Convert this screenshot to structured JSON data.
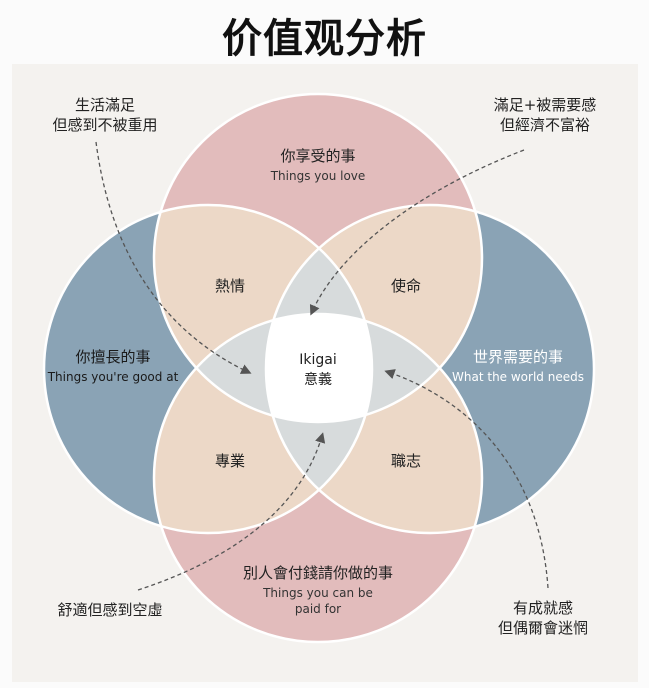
{
  "title": "价值观分析",
  "colors": {
    "love": "#e2bcbc",
    "good_at": "#8aa3b5",
    "petal": "#ecd8c7",
    "center": "#d7dbdc",
    "stroke": "#ffffff",
    "panel": "#f4f2ef"
  },
  "circles": {
    "love": {
      "zh": "你享受的事",
      "en": "Things you love"
    },
    "good_at": {
      "zh": "你擅長的事",
      "en": "Things you're good at"
    },
    "world_needs": {
      "zh": "世界需要的事",
      "en": "What the world needs"
    },
    "paid_for": {
      "zh": "別人會付錢請你做的事",
      "en_line1": "Things you can be",
      "en_line2": "paid for"
    }
  },
  "petals": {
    "passion": "熱情",
    "mission": "使命",
    "profession": "專業",
    "vocation": "職志"
  },
  "center": {
    "en": "Ikigai",
    "zh": "意義"
  },
  "notes": {
    "top_left": [
      "生活滿足",
      "但感到不被重用"
    ],
    "top_right": [
      "滿足+被需要感",
      "但經濟不富裕"
    ],
    "bottom_left": [
      "舒適但感到空虛"
    ],
    "bottom_right": [
      "有成就感",
      "但偶爾會迷惘"
    ]
  }
}
